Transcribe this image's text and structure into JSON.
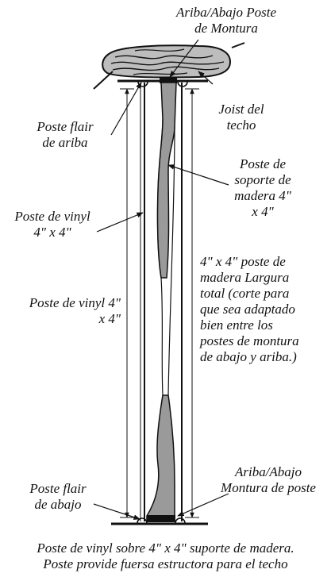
{
  "labels": {
    "top_mount": [
      "Ariba/Abajo Poste",
      "de Montura"
    ],
    "joist": [
      "Joist del",
      "techo"
    ],
    "top_flair": [
      "Poste flair",
      "de ariba"
    ],
    "wood_support": [
      "Poste de",
      "soporte de",
      "madera 4\"",
      "x 4\""
    ],
    "vinyl_post_a": [
      "Poste de vinyl",
      "4\" x 4\""
    ],
    "vinyl_post_b": [
      "Poste de vinyl 4\"",
      "x 4\""
    ],
    "wood_length": [
      "4\" x 4\" poste de",
      "madera Largura",
      "total (corte para",
      "que sea adaptado",
      "bien entre los",
      "postes de montura",
      "de abajo y ariba.)"
    ],
    "bottom_mount": [
      "Ariba/Abajo",
      "Montura de poste"
    ],
    "bottom_flair": [
      "Poste flair",
      "de abajo"
    ]
  },
  "caption": [
    "Poste de vinyl sobre 4\" x 4\" suporte de madera.",
    "Poste provide fuersa estructora para el techo"
  ]
}
